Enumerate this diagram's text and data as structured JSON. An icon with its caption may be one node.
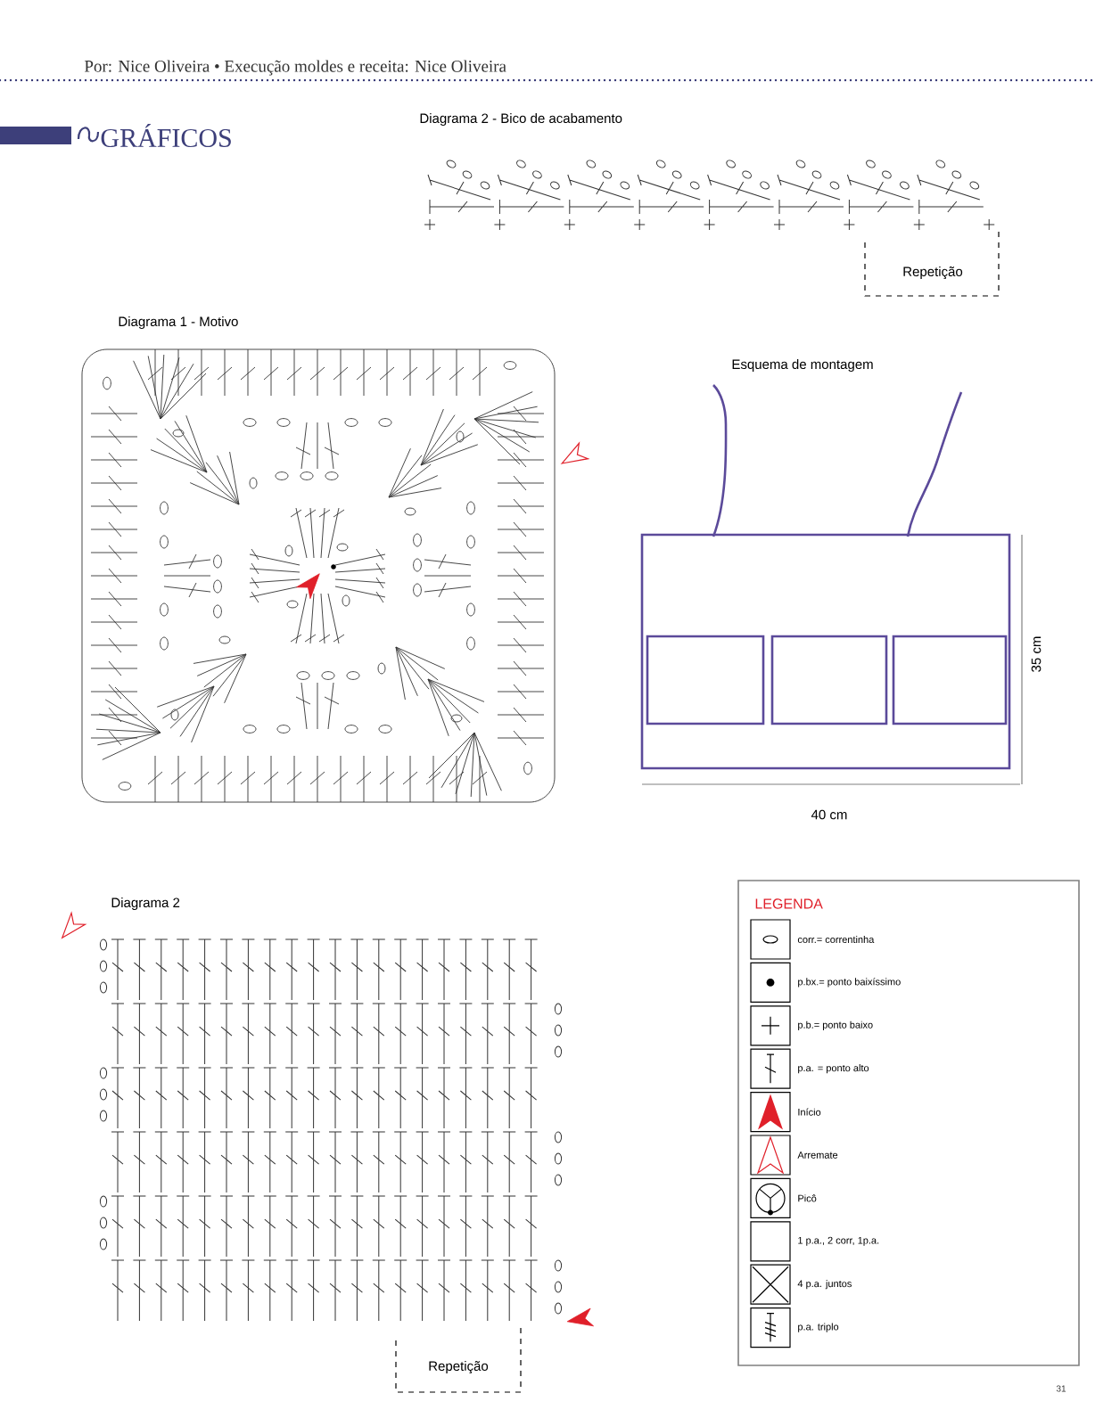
{
  "diagram": {
    "title": "GRÁFICOS",
    "labels": [
      "Por: Nice Oliveira • Execução moldes e receita: Nice Oliveira",
      "Diagrama 2 - Bico de acabamento",
      "Repetição",
      "Diagrama 1 - Motivo",
      "Esquema de montagem",
      "35 cm",
      "40 cm",
      "Diagrama 2",
      "Repetição",
      "LEGENDA",
      "31"
    ],
    "legend": [
      {
        "text": "corr.= correntinha"
      },
      {
        "text": "p.bx.= ponto baixíssimo"
      },
      {
        "text": "p.b.= ponto baixo"
      },
      {
        "text": "p.a. = ponto alto"
      },
      {
        "text": "Início"
      },
      {
        "text": "Arremate"
      },
      {
        "text": "Picô"
      },
      {
        "text": "1 p.a., 2 corr, 1p.a."
      },
      {
        "text": "4 p.a. juntos"
      },
      {
        "text": "p.a. triplo"
      }
    ]
  }
}
